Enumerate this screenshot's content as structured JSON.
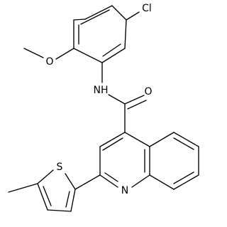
{
  "atoms": {
    "chlorine": "Cl",
    "methoxy_oxygen": "O",
    "amide_nitrogen": "NH",
    "carbonyl_oxygen": "O",
    "sulfur": "S",
    "quinoline_nitrogen": "N"
  },
  "colors": {
    "bond": "#000000",
    "label": "#000000",
    "background": "#ffffff"
  }
}
